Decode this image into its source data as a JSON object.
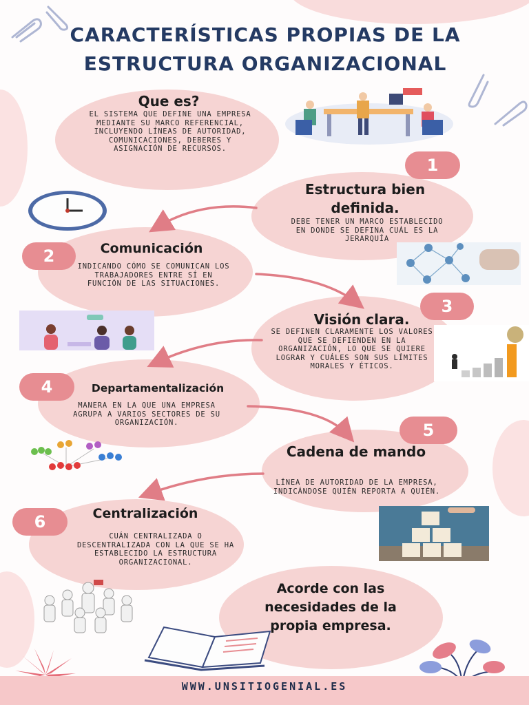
{
  "title": {
    "line1": "CARACTERÍSTICAS PROPIAS DE LA",
    "line2": "ESTRUCTURA ORGANIZACIONAL"
  },
  "intro": {
    "heading": "Que es?",
    "text": "EL SISTEMA QUE DEFINE UNA EMPRESA MEDIANTE SU MARCO REFERENCIAL, INCLUYENDO LÍNEAS DE AUTORIDAD, COMUNICACIONES, DEBERES Y ASIGNACIÓN DE RECURSOS."
  },
  "items": [
    {
      "number": "1",
      "heading": "Estructura bien definida.",
      "text": "DEBE TENER UN MARCO ESTABLECIDO EN DONDE SE DEFINA CUÁL ES LA JERARQUÍA"
    },
    {
      "number": "2",
      "heading": "Comunicación",
      "text": "INDICANDO CÓMO SE COMUNICAN LOS TRABAJADORES ENTRE SÍ EN FUNCIÓN DE LAS SITUACIONES."
    },
    {
      "number": "3",
      "heading": "Visión clara.",
      "text": "SE DEFINEN CLARAMENTE LOS VALORES QUE SE DEFIENDEN EN LA ORGANIZACIÓN, LO QUE SE QUIERE LOGRAR Y CUÁLES SON SUS LÍMITES MORALES Y ÉTICOS."
    },
    {
      "number": "4",
      "heading": "Departamentalización",
      "text": "MANERA EN LA QUE UNA EMPRESA AGRUPA A VARIOS SECTORES DE SU ORGANIZACIÓN."
    },
    {
      "number": "5",
      "heading": "Cadena de mando",
      "text": "LÍNEA DE AUTORIDAD DE LA EMPRESA, INDICÁNDOSE QUIÉN REPORTA A QUIÉN."
    },
    {
      "number": "6",
      "heading": "Centralización",
      "text": "CUÁN CENTRALIZADA O DESCENTRALIZADA CON LA QUE SE HA ESTABLECIDO LA ESTRUCTURA ORGANIZACIONAL."
    }
  ],
  "closing": "Acorde con las necesidades de la propia empresa.",
  "footer": "WWW.UNSITIOGENIAL.ES",
  "colors": {
    "title": "#243a63",
    "blob": "#f6d4d3",
    "number_badge": "#e78d92",
    "arrow": "#e07d86",
    "footer_bar": "#f6c8c9"
  },
  "icons": [
    "paperclip-icon",
    "clock-icon",
    "plant-icon",
    "book-icon"
  ]
}
